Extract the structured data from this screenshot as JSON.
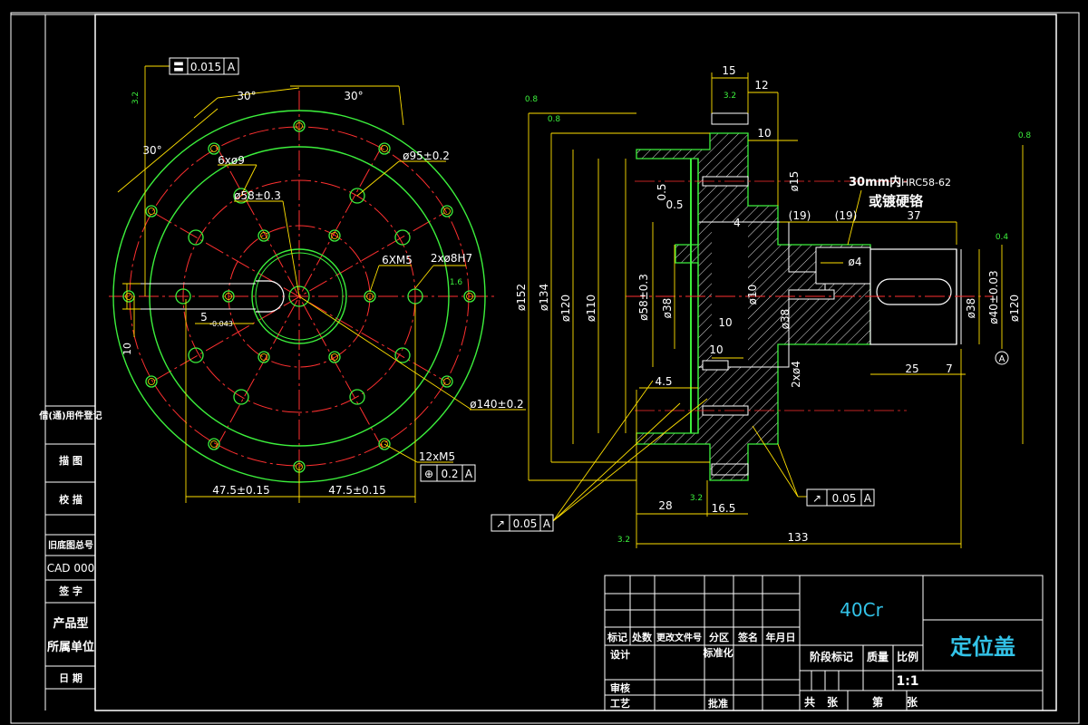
{
  "drawing": {
    "part_name": "定位盖",
    "material": "40Cr",
    "scale": "1:1",
    "note_line1": "30mm内",
    "note_line1_spec": "HRC58-62",
    "note_line2": "或镀硬铬"
  },
  "left_strip": {
    "rows": [
      "借(通)用件登记",
      "描 图",
      "校 描",
      "旧底图总号",
      "CAD 000",
      "签 字",
      "产品型",
      "所属单位",
      "日 期"
    ]
  },
  "title_block": {
    "header_cells": [
      "标记",
      "处数",
      "更改文件号",
      "分区",
      "签名",
      "年月日"
    ],
    "design": "设计",
    "standardize": "标准化",
    "review": "审核",
    "process": "工艺",
    "approve": "批准",
    "stage_mark": "阶段标记",
    "weight": "质量",
    "ratio_label": "比例",
    "total": "共",
    "sheets": "张",
    "sheet_no": "第",
    "sheet_unit": "张"
  },
  "front_view": {
    "tol_frame_flat": "0.015",
    "tol_frame_flat_ref": "A",
    "angles": [
      "30°",
      "30°",
      "30°"
    ],
    "holes_6x9": "6xø9",
    "dia_95": "ø95±0.2",
    "dia_58": "ø58±0.3",
    "holes_6xm5": "6XM5",
    "holes_2x8": "2xø8H7",
    "dim_5": "5",
    "dim_5_tol": "-0.043",
    "dim_10": "10",
    "dia_140": "ø140±0.2",
    "holes_12xm5": "12xM5",
    "pos_tol": "0.2",
    "pos_ref": "A",
    "dim_left": "47.5±0.15",
    "dim_right": "47.5±0.15",
    "rough_1": "3.2",
    "rough_2": "1.6"
  },
  "section_view": {
    "d15": "15",
    "d12": "12",
    "d10a": "10",
    "dia15": "ø15",
    "d05a": "0.5",
    "d05b": "0.5",
    "d4": "4",
    "d19a": "(19)",
    "d19b": "(19)",
    "d37": "37",
    "dia4": "ø4",
    "dia152": "ø152",
    "dia134": "ø134",
    "dia120a": "ø120",
    "dia110": "ø110",
    "dia58": "ø58±0.3",
    "dia38a": "ø38",
    "dia10": "ø10",
    "d10b": "10",
    "d10c": "10",
    "dia38b": "ø38",
    "dia38c": "ø38",
    "dia40": "ø40±0.03",
    "dia120b": "ø120",
    "d2x4": "2xø4",
    "d45": "4.5",
    "d25": "25",
    "d7": "7",
    "d28": "28",
    "d165": "16.5",
    "d133": "133",
    "runout1": "0.05",
    "runout1_ref": "A",
    "runout2": "0.05",
    "runout2_ref": "A",
    "datum": "A",
    "rough_08a": "0.8",
    "rough_08b": "0.8",
    "rough_08c": "0.8",
    "rough_32a": "3.2",
    "rough_32b": "3.2",
    "rough_32c": "3.2",
    "rough_04": "0.4"
  }
}
